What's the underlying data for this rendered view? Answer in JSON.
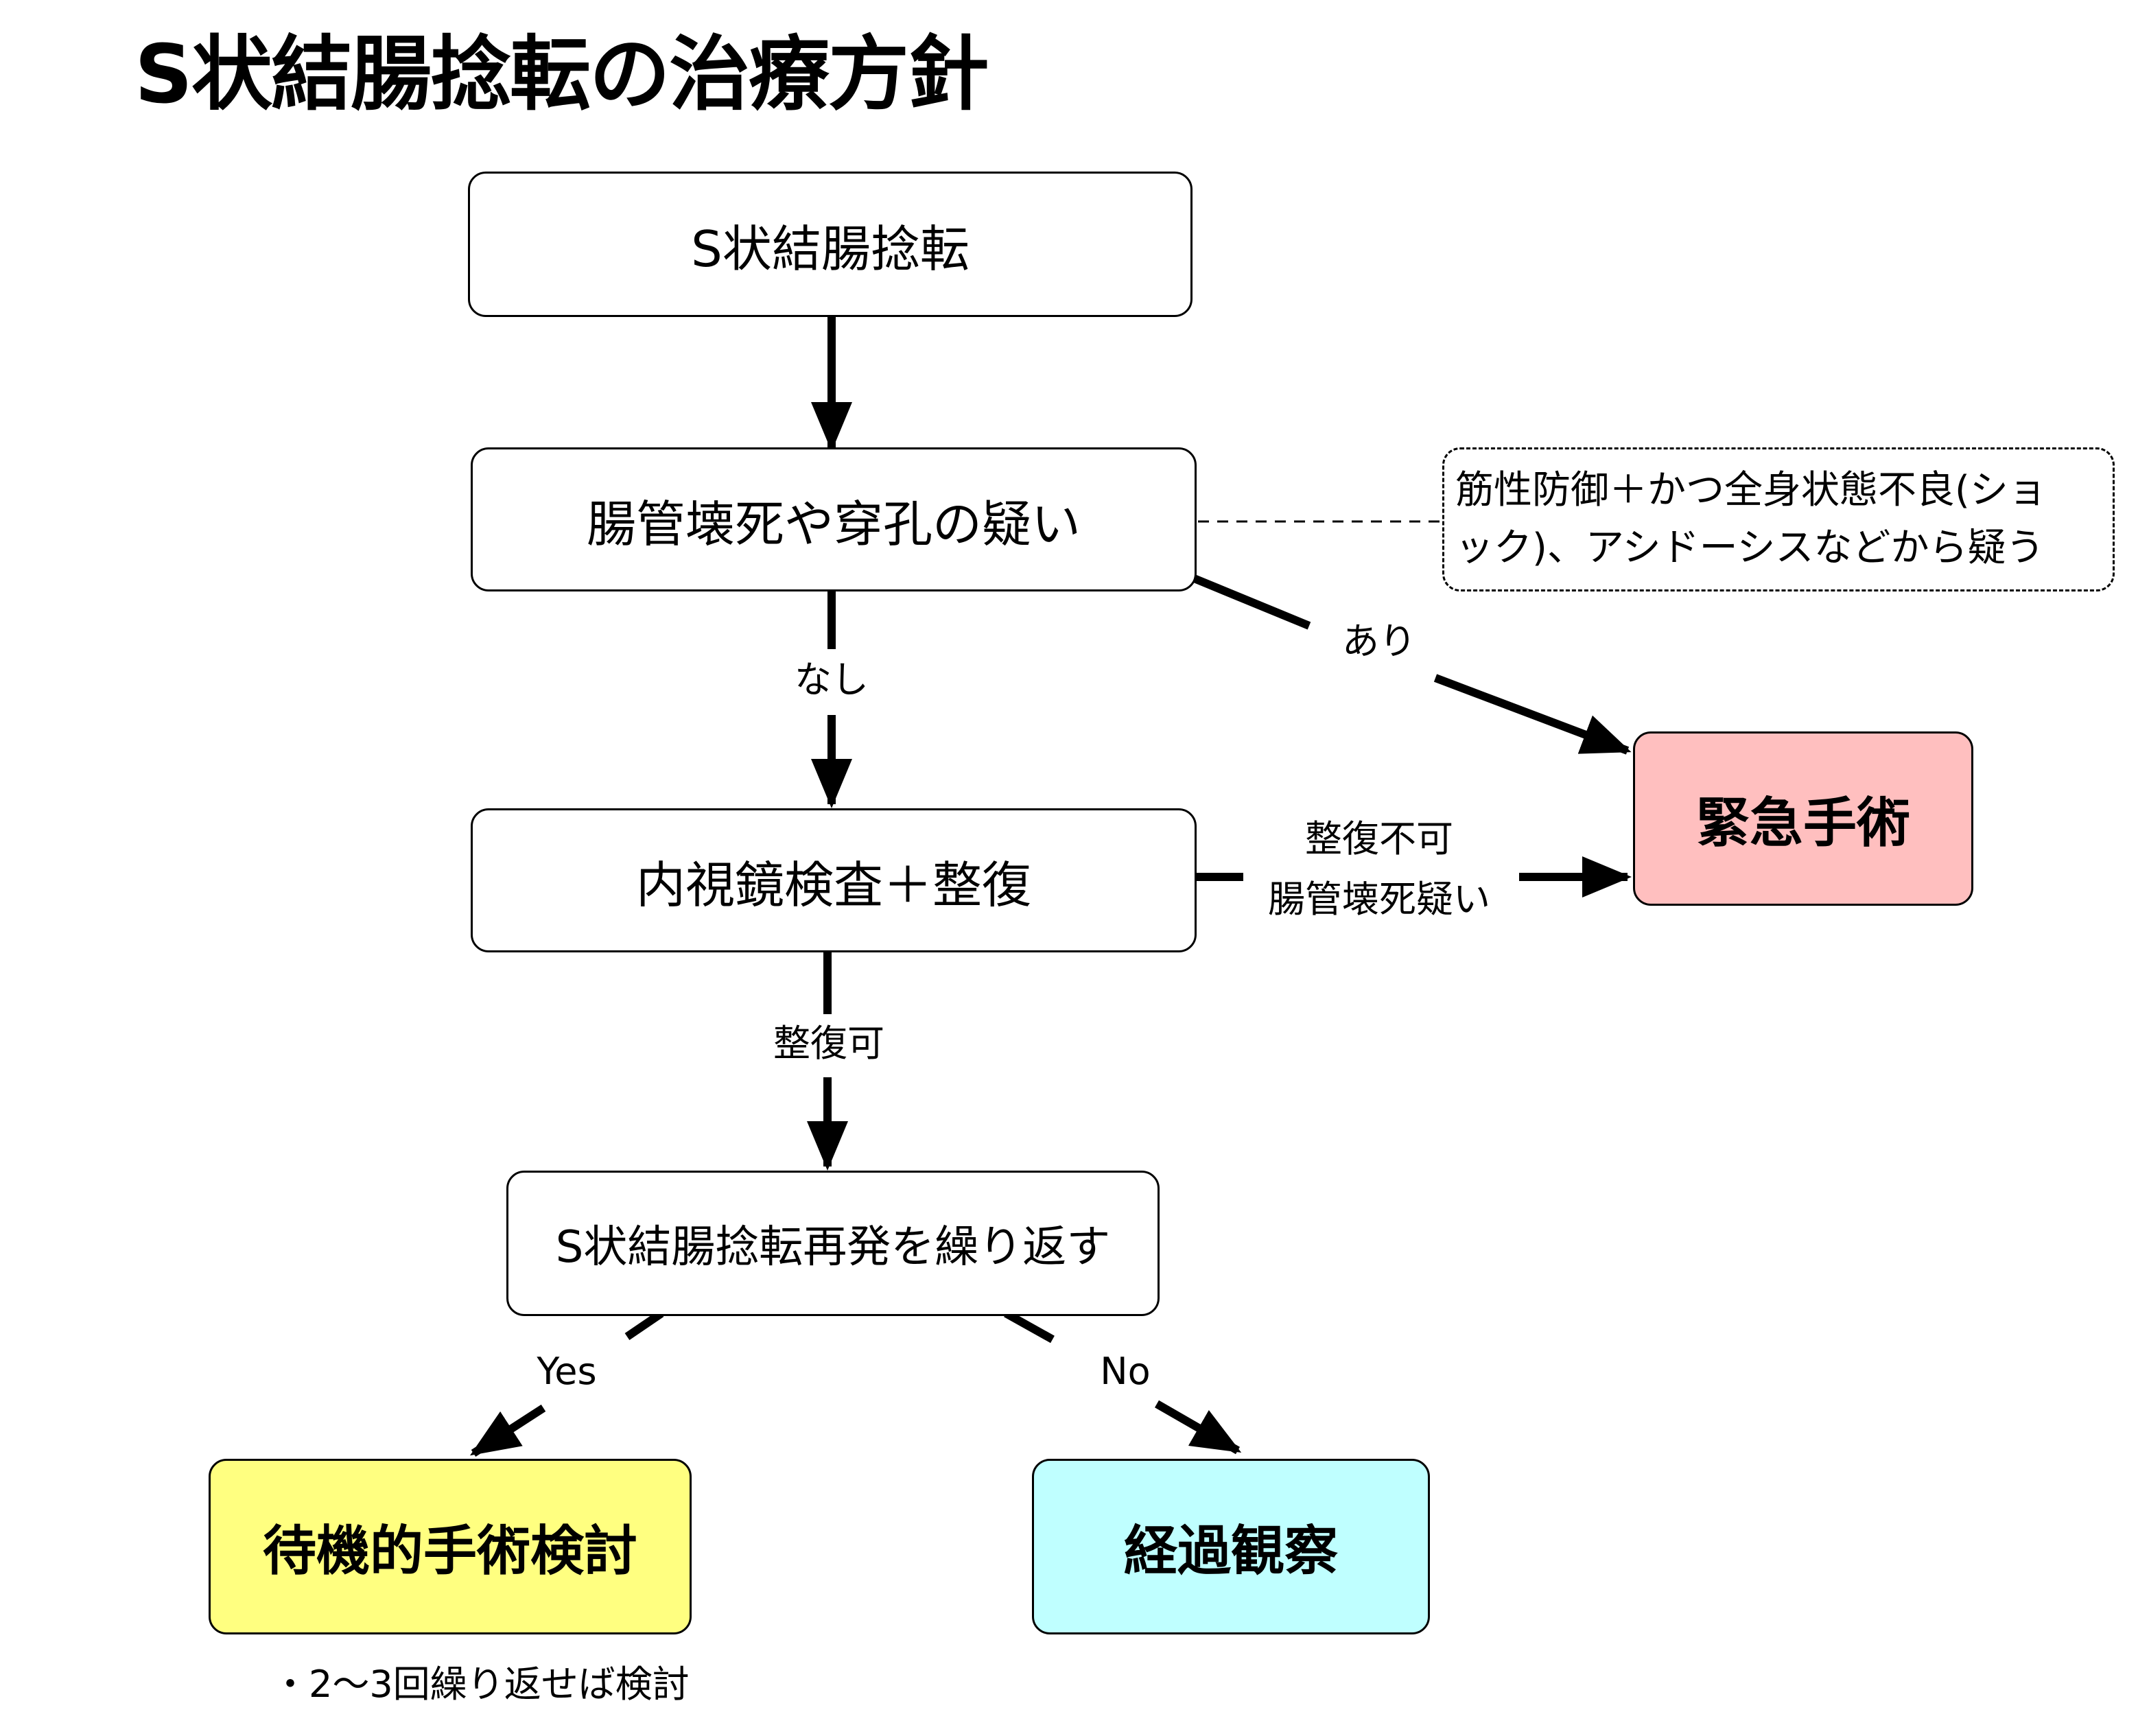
{
  "title": "S状結腸捻転の治療方針",
  "nodes": {
    "start": "S状結腸捻転",
    "suspect": "腸管壊死や穿孔の疑い",
    "note": {
      "line1": "筋性防御＋かつ全身状態不良(ショ",
      "line2": "ック)、アシドーシスなどから疑う"
    },
    "endoscopy": "内視鏡検査＋整復",
    "emergency": "緊急手術",
    "recurrence": "S状結腸捻転再発を繰り返す",
    "elective": "待機的手術検討",
    "observe": "経過観察"
  },
  "edge_labels": {
    "none": "なし",
    "present": "あり",
    "not_reducible_line1": "整復不可",
    "not_reducible_line2": "腸管壊死疑い",
    "reducible": "整復可",
    "yes": "Yes",
    "no": "No"
  },
  "footnote": "・2〜3回繰り返せば検討",
  "colors": {
    "emergency_fill": "#ffbfbf",
    "elective_fill": "#ffff80",
    "observe_fill": "#bfffff",
    "line": "#000000"
  }
}
